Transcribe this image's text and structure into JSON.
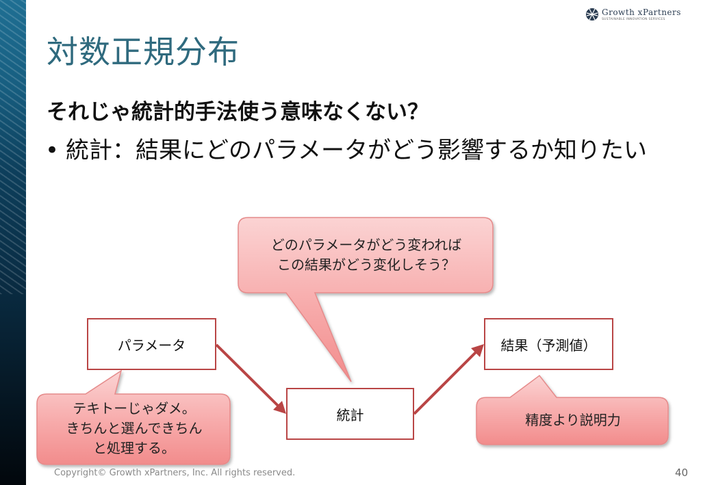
{
  "logo": {
    "name": "Growth xPartners",
    "tagline": "SUSTAINABLE INNOVATION SERVICES"
  },
  "slide": {
    "title": "対数正規分布",
    "subtitle": "それじゃ統計的手法使う意味なくない？",
    "bullet": "統計：結果にどのパラメータがどう影響するか知りたい"
  },
  "diagram": {
    "box_parameter": "パラメータ",
    "box_statistics": "統計",
    "box_result": "結果（予測値）",
    "callout_top": [
      "どのパラメータがどう変われば",
      "この結果がどう変化しそう？"
    ],
    "callout_left": [
      "テキトーじゃダメ。",
      "きちんと選んできちん",
      "と処理する。"
    ],
    "callout_right": "精度より説明力"
  },
  "footer": {
    "copyright": "Copyright© Growth xPartners, Inc. All rights reserved.",
    "page_number": "40"
  },
  "colors": {
    "accent_red": "#b94545",
    "callout_fill": "#f49a9a",
    "title_teal": "#2f6a7e"
  }
}
